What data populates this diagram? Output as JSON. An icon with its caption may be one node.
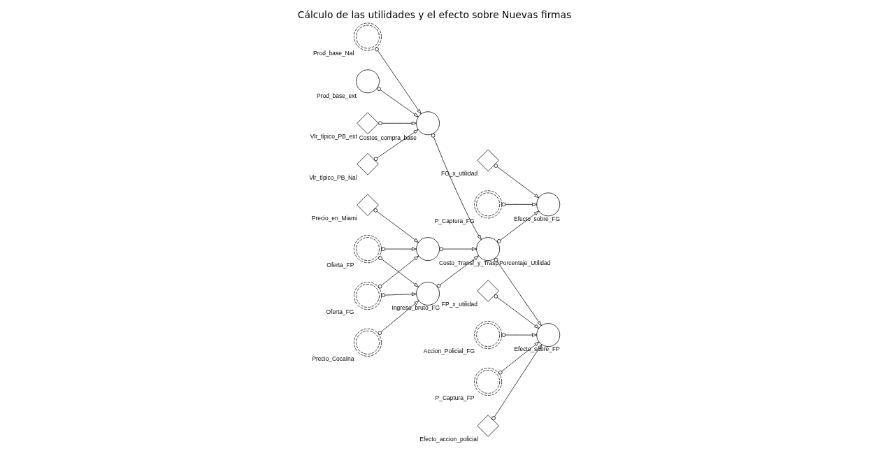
{
  "diagram": {
    "title": "Cálculo de las utilidades y el efecto sobre Nuevas firmas",
    "nodes": [
      {
        "text": [
          "Prod_base_Nal"
        ]
      },
      {
        "text": [
          "Prod_base_ext"
        ]
      },
      {
        "text": [
          "Vlr_típico_PB_ext"
        ]
      },
      {
        "text": [
          "Vlr_típico_PB_Nal"
        ]
      },
      {
        "text": [
          "Costos_compra_base"
        ]
      },
      {
        "text": [
          "Precio_en_Miami"
        ]
      },
      {
        "text": [
          "Costo_Transf_y_Trasp"
        ]
      },
      {
        "text": [
          "Oferta_FP"
        ]
      },
      {
        "text": [
          "Oferta_FG"
        ]
      },
      {
        "text": [
          "Precio_Cocaína"
        ]
      },
      {
        "text": [
          "Ingreso_bruto_FG"
        ]
      },
      {
        "text": [
          "Porcentaje_Utilidad"
        ]
      },
      {
        "text": [
          "Efecto_sobre_FG"
        ]
      },
      {
        "text": [
          "P_Captura_FG"
        ]
      },
      {
        "text": [
          "FG_x_utilidad"
        ]
      },
      {
        "text": [
          "Efecto_sobre_FP"
        ]
      },
      {
        "text": [
          "Accion_Policial_FG"
        ]
      },
      {
        "text": [
          "P_Captura_FP"
        ]
      },
      {
        "text": [
          "Efecto_accion_policial"
        ]
      },
      {
        "text": [
          "FP_x_utilidad"
        ]
      }
    ],
    "edges": [
      {
        "from": 0,
        "to": 4,
        "arrow": "to"
      },
      {
        "from": 1,
        "to": 4,
        "arrow": "to"
      },
      {
        "from": 2,
        "to": 4,
        "arrow": "to"
      },
      {
        "from": 3,
        "to": 4,
        "arrow": "to"
      },
      {
        "from": 4,
        "to": 11,
        "arrow": "to"
      },
      {
        "from": 5,
        "to": 6,
        "arrow": "to"
      },
      {
        "from": 7,
        "to": 6,
        "arrow": "to"
      },
      {
        "from": 8,
        "to": 6,
        "arrow": "to"
      },
      {
        "from": 6,
        "to": 11,
        "arrow": "to"
      },
      {
        "from": 7,
        "to": 10,
        "arrow": "to"
      },
      {
        "from": 8,
        "to": 10,
        "arrow": "to"
      },
      {
        "from": 9,
        "to": 10,
        "arrow": "to"
      },
      {
        "from": 10,
        "to": 11,
        "arrow": "to"
      },
      {
        "from": 11,
        "to": 12,
        "arrow": "to"
      },
      {
        "from": 11,
        "to": 15,
        "arrow": "to"
      },
      {
        "from": 13,
        "to": 12,
        "arrow": "to"
      },
      {
        "from": 14,
        "to": 12,
        "arrow": "to"
      },
      {
        "from": 16,
        "to": 15,
        "arrow": "to"
      },
      {
        "from": 17,
        "to": 15,
        "arrow": "to"
      },
      {
        "from": 18,
        "to": 15,
        "arrow": "to"
      },
      {
        "from": 19,
        "to": 15,
        "arrow": "to"
      }
    ]
  }
}
